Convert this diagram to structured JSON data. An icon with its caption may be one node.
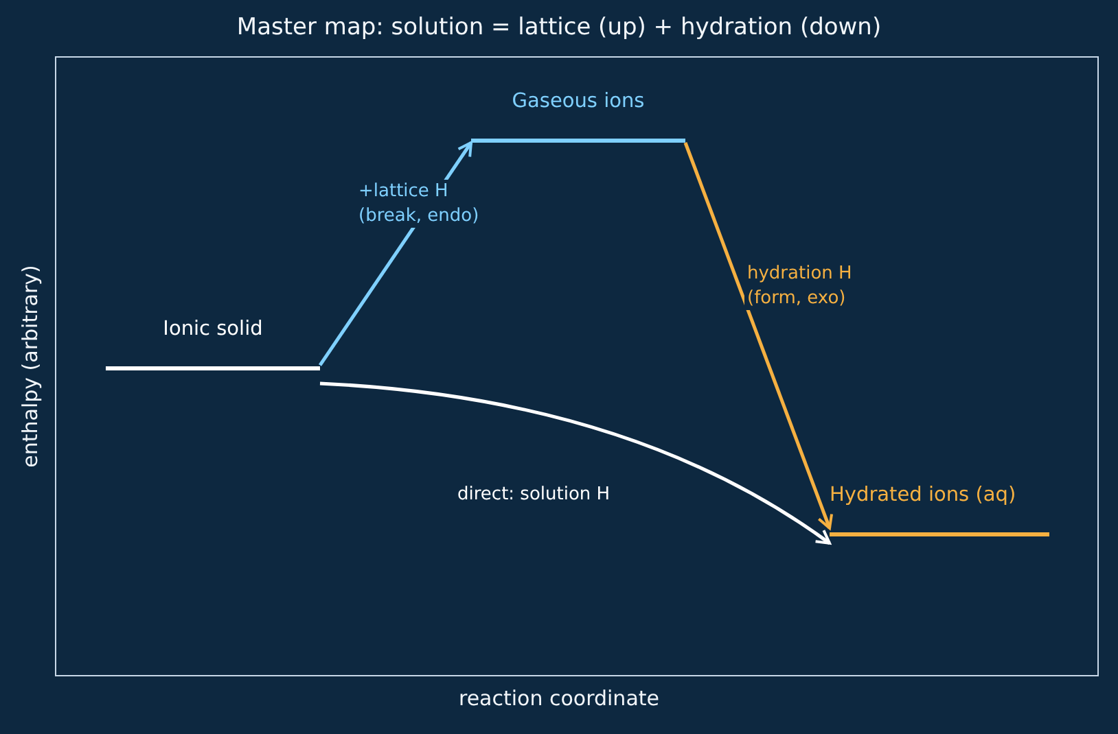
{
  "diagram": {
    "title": "Master map: solution = lattice (up) + hydration (down)",
    "nodes": [
      {
        "text": [
          "Ionic solid"
        ]
      },
      {
        "text": [
          "Gaseous ions"
        ]
      },
      {
        "text": [
          "Hydrated ions (aq)"
        ]
      }
    ],
    "edges": [
      {
        "from": 0,
        "to": 1,
        "arrow": "to",
        "label": "+lattice H (break, endo)",
        "color": "#7fd0ff"
      },
      {
        "from": 1,
        "to": 2,
        "arrow": "to",
        "label": "hydration H (form, exo)",
        "color": "#f5b041"
      },
      {
        "from": 0,
        "to": 2,
        "arrow": "to",
        "label": "direct: solution H",
        "color": "#ffffff"
      }
    ],
    "labels": [
      "enthalpy (arbitrary)",
      "reaction coordinate"
    ]
  }
}
